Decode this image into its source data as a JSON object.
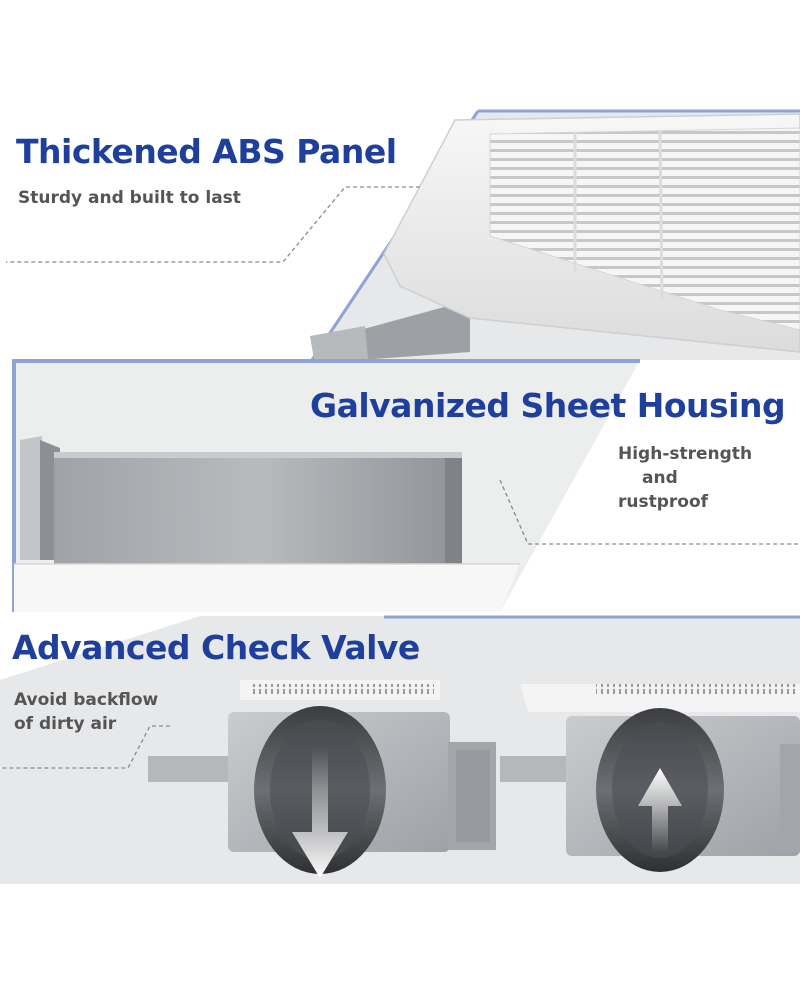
{
  "colors": {
    "heading": "#1f3f9c",
    "subtext": "#555555",
    "accent_line": "#8ea4d6",
    "panel_grey": "#e9eaec",
    "housing_grey": "#a9adb1",
    "louver_white": "#f4f4f4"
  },
  "sections": [
    {
      "title": "Thickened ABS Panel",
      "subtitle": "Sturdy and built to last"
    },
    {
      "title": "Galvanized Sheet Housing",
      "subtitle_line1": "High-strength",
      "subtitle_line2": "and",
      "subtitle_line3": "rustproof"
    },
    {
      "title": "Advanced Check Valve",
      "subtitle_line1": "Avoid backflow",
      "subtitle_line2": "of dirty air"
    }
  ],
  "icons": {
    "panel": "fan-grille-panel-image",
    "housing": "metal-housing-image",
    "valve_closed": "arrow-down-icon",
    "valve_open": "arrow-up-icon"
  }
}
